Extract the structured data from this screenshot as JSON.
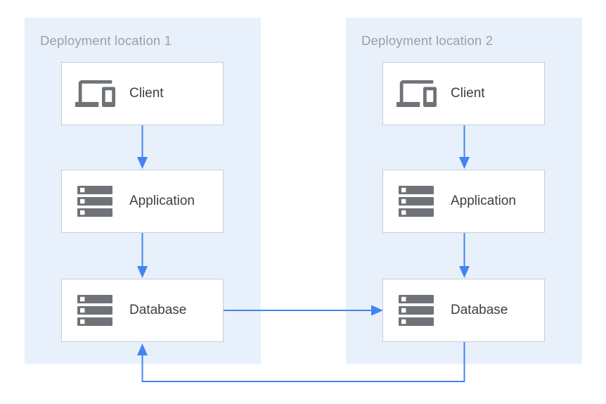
{
  "diagram": {
    "type": "architecture-diagram",
    "panels": [
      {
        "title": "Deployment location 1",
        "nodes": [
          {
            "id": "client-1",
            "label": "Client",
            "icon": "devices-icon"
          },
          {
            "id": "application-1",
            "label": "Application",
            "icon": "server-stack-icon"
          },
          {
            "id": "database-1",
            "label": "Database",
            "icon": "server-stack-icon"
          }
        ]
      },
      {
        "title": "Deployment location 2",
        "nodes": [
          {
            "id": "client-2",
            "label": "Client",
            "icon": "devices-icon"
          },
          {
            "id": "application-2",
            "label": "Application",
            "icon": "server-stack-icon"
          },
          {
            "id": "database-2",
            "label": "Database",
            "icon": "server-stack-icon"
          }
        ]
      }
    ],
    "edges": [
      {
        "from": "client-1",
        "to": "application-1",
        "direction": "down"
      },
      {
        "from": "application-1",
        "to": "database-1",
        "direction": "down"
      },
      {
        "from": "client-2",
        "to": "application-2",
        "direction": "down"
      },
      {
        "from": "application-2",
        "to": "database-2",
        "direction": "down"
      },
      {
        "from": "database-1",
        "to": "database-2",
        "direction": "right"
      },
      {
        "from": "database-2",
        "to": "database-1",
        "direction": "loop-bottom-left-up"
      }
    ],
    "colors": {
      "arrow": "#4284F3",
      "panel_bg": "#E8F1FB",
      "box_border": "#C9CDD1",
      "icon_gray": "#6F7377",
      "title_gray": "#9AA0A6",
      "label_color": "#3C4043"
    }
  }
}
